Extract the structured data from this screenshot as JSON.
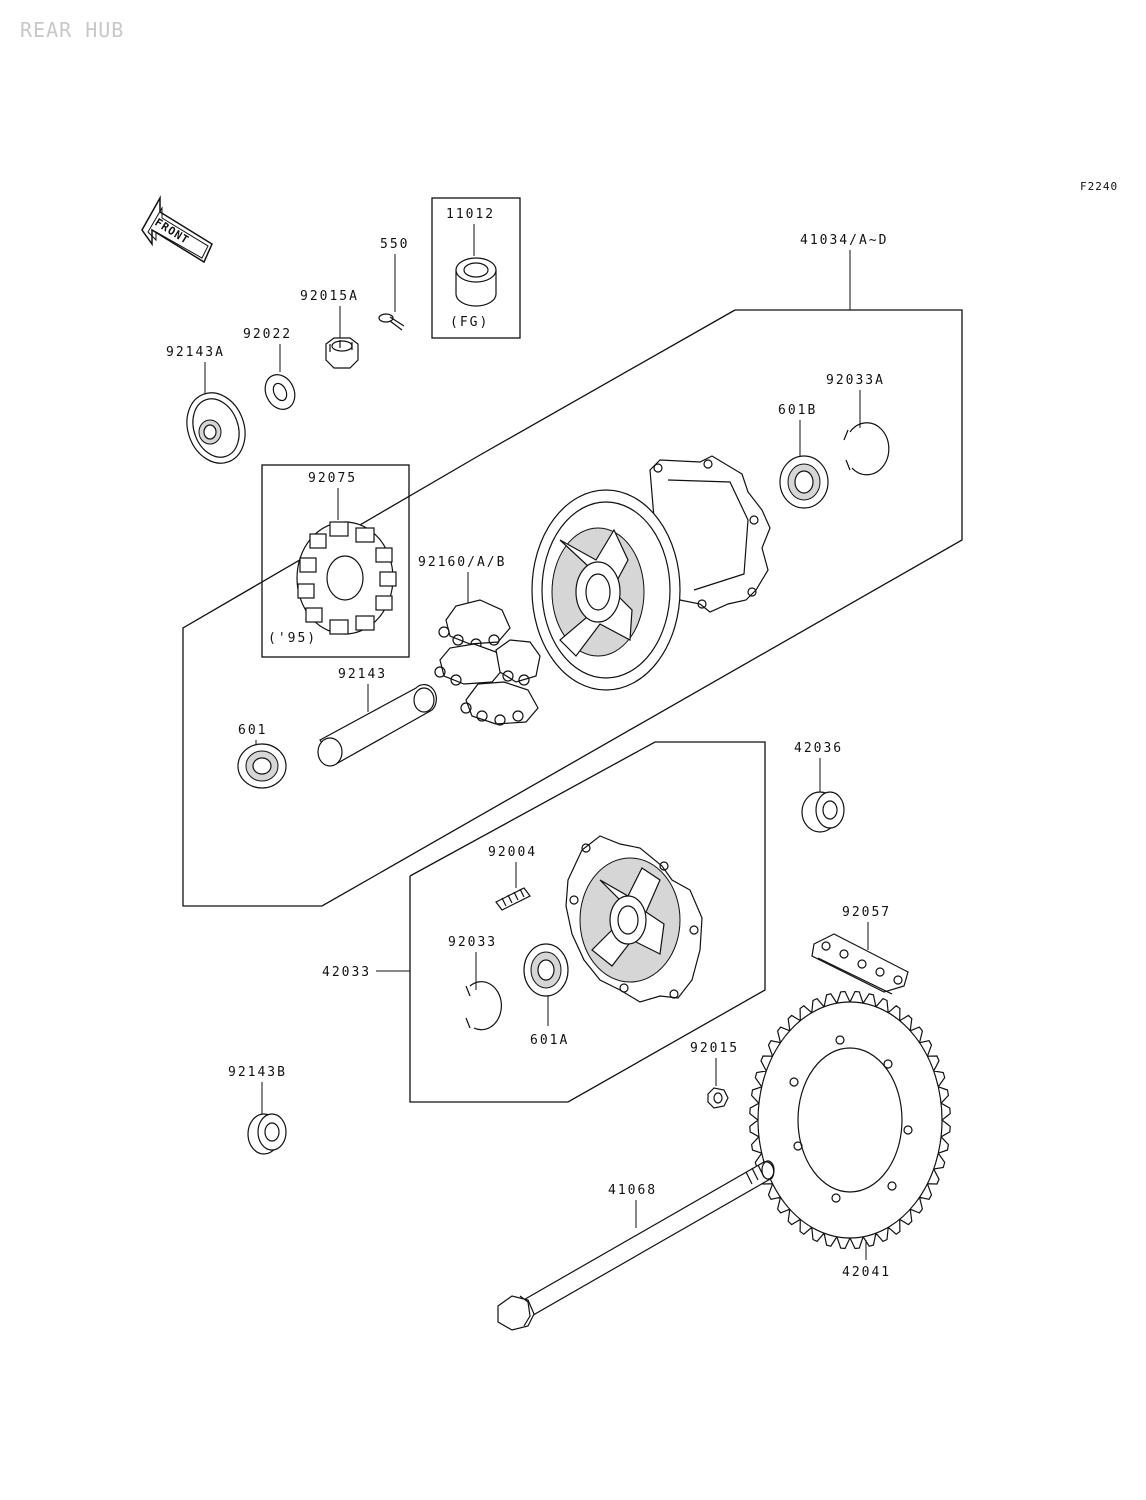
{
  "diagram": {
    "title": "REAR HUB",
    "figure_code": "F2240",
    "front_marker": "FRONT",
    "labels": {
      "p11012": "11012",
      "fg": "(FG)",
      "p550": "550",
      "p92015A": "92015A",
      "p92022": "92022",
      "p92143A": "92143A",
      "p41034": "41034/A~D",
      "p92033A": "92033A",
      "p601B": "601B",
      "p92075": "92075",
      "y95": "('95)",
      "p92160": "92160/A/B",
      "p92143": "92143",
      "p601": "601",
      "p42036": "42036",
      "p92004": "92004",
      "p92057": "92057",
      "p92033": "92033",
      "p42033": "42033",
      "p601A": "601A",
      "p92015": "92015",
      "p92143B": "92143B",
      "p41068": "41068",
      "p42041": "42041"
    }
  }
}
